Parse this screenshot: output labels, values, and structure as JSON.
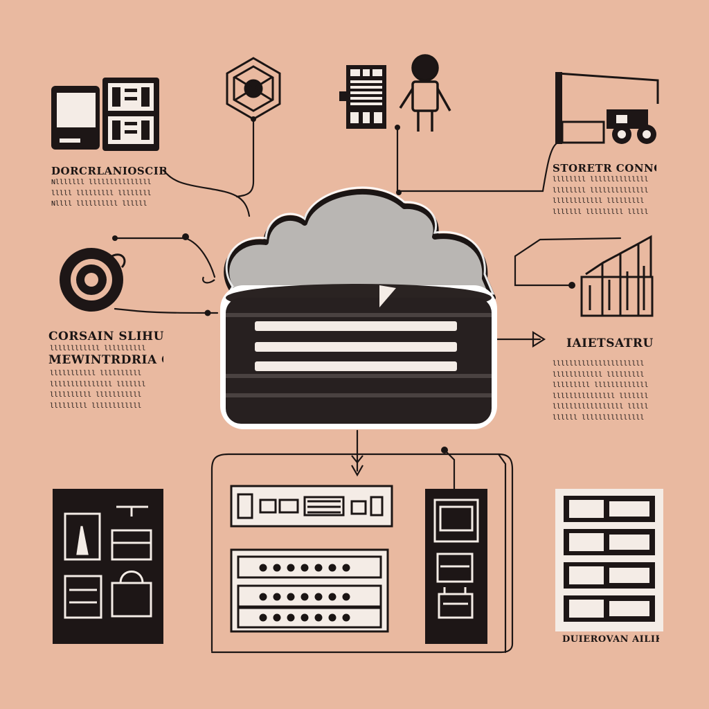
{
  "labels": {
    "top_left_heading": "DORCRLANIOSCIBLTINIE",
    "top_right_heading": "STORETR CONNOILI",
    "mid_left_heading_1": "CORSAIN SLIHUNDNY",
    "mid_left_heading_2": "MEWINTRDRIA COC",
    "mid_right_heading": "IAIETSATRU",
    "bottom_right_caption": "DUIEROVAN AILIKY"
  },
  "colors": {
    "background": "#e9b9a0",
    "ink": "#1b1514",
    "cloud": "#b9b6b3",
    "panel": "#1d1616",
    "paper": "#f4ece6"
  },
  "icons": [
    "phone-icon",
    "keypad-icon",
    "hex-shield-icon",
    "server-rack-icon",
    "person-icon",
    "truck-icon",
    "gear-icon",
    "building-icon",
    "cloud-icon",
    "database-icon"
  ]
}
